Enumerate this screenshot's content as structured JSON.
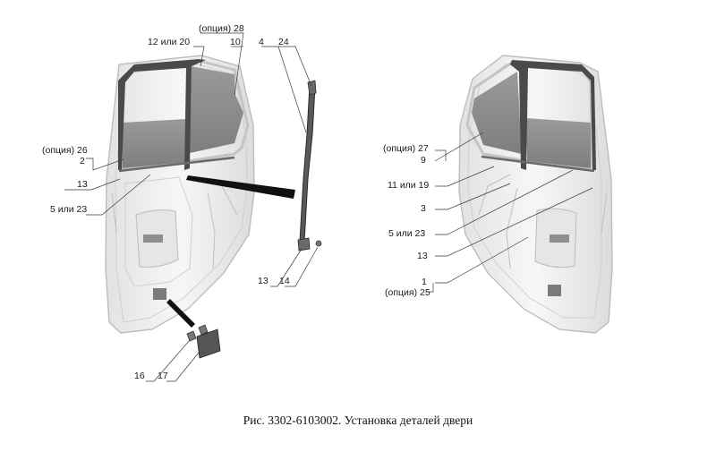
{
  "caption": "Рис. 3302-6103002. Установка деталей двери",
  "labels": {
    "l_opt28": "(опция) 28",
    "l_12or20": "12 или 20",
    "l_10": "10",
    "l_4": "4",
    "l_24": "24",
    "l_opt26": "(опция) 26",
    "l_2": "2",
    "l_13a": "13",
    "l_5or23a": "5 или 23",
    "l_13b": "13",
    "l_14": "14",
    "l_16": "16",
    "l_17": "17",
    "r_opt27": "(опция) 27",
    "r_9": "9",
    "r_11or19": "11 или 19",
    "r_3": "3",
    "r_5or23": "5 или 23",
    "r_13": "13",
    "r_1": "1",
    "r_opt25": "(опция) 25"
  },
  "colors": {
    "door_fill": "#efefef",
    "door_stroke": "#bdbdbd",
    "glass": "#8a8a8a",
    "seal": "#4a4a4a",
    "pointer": "#111111"
  }
}
